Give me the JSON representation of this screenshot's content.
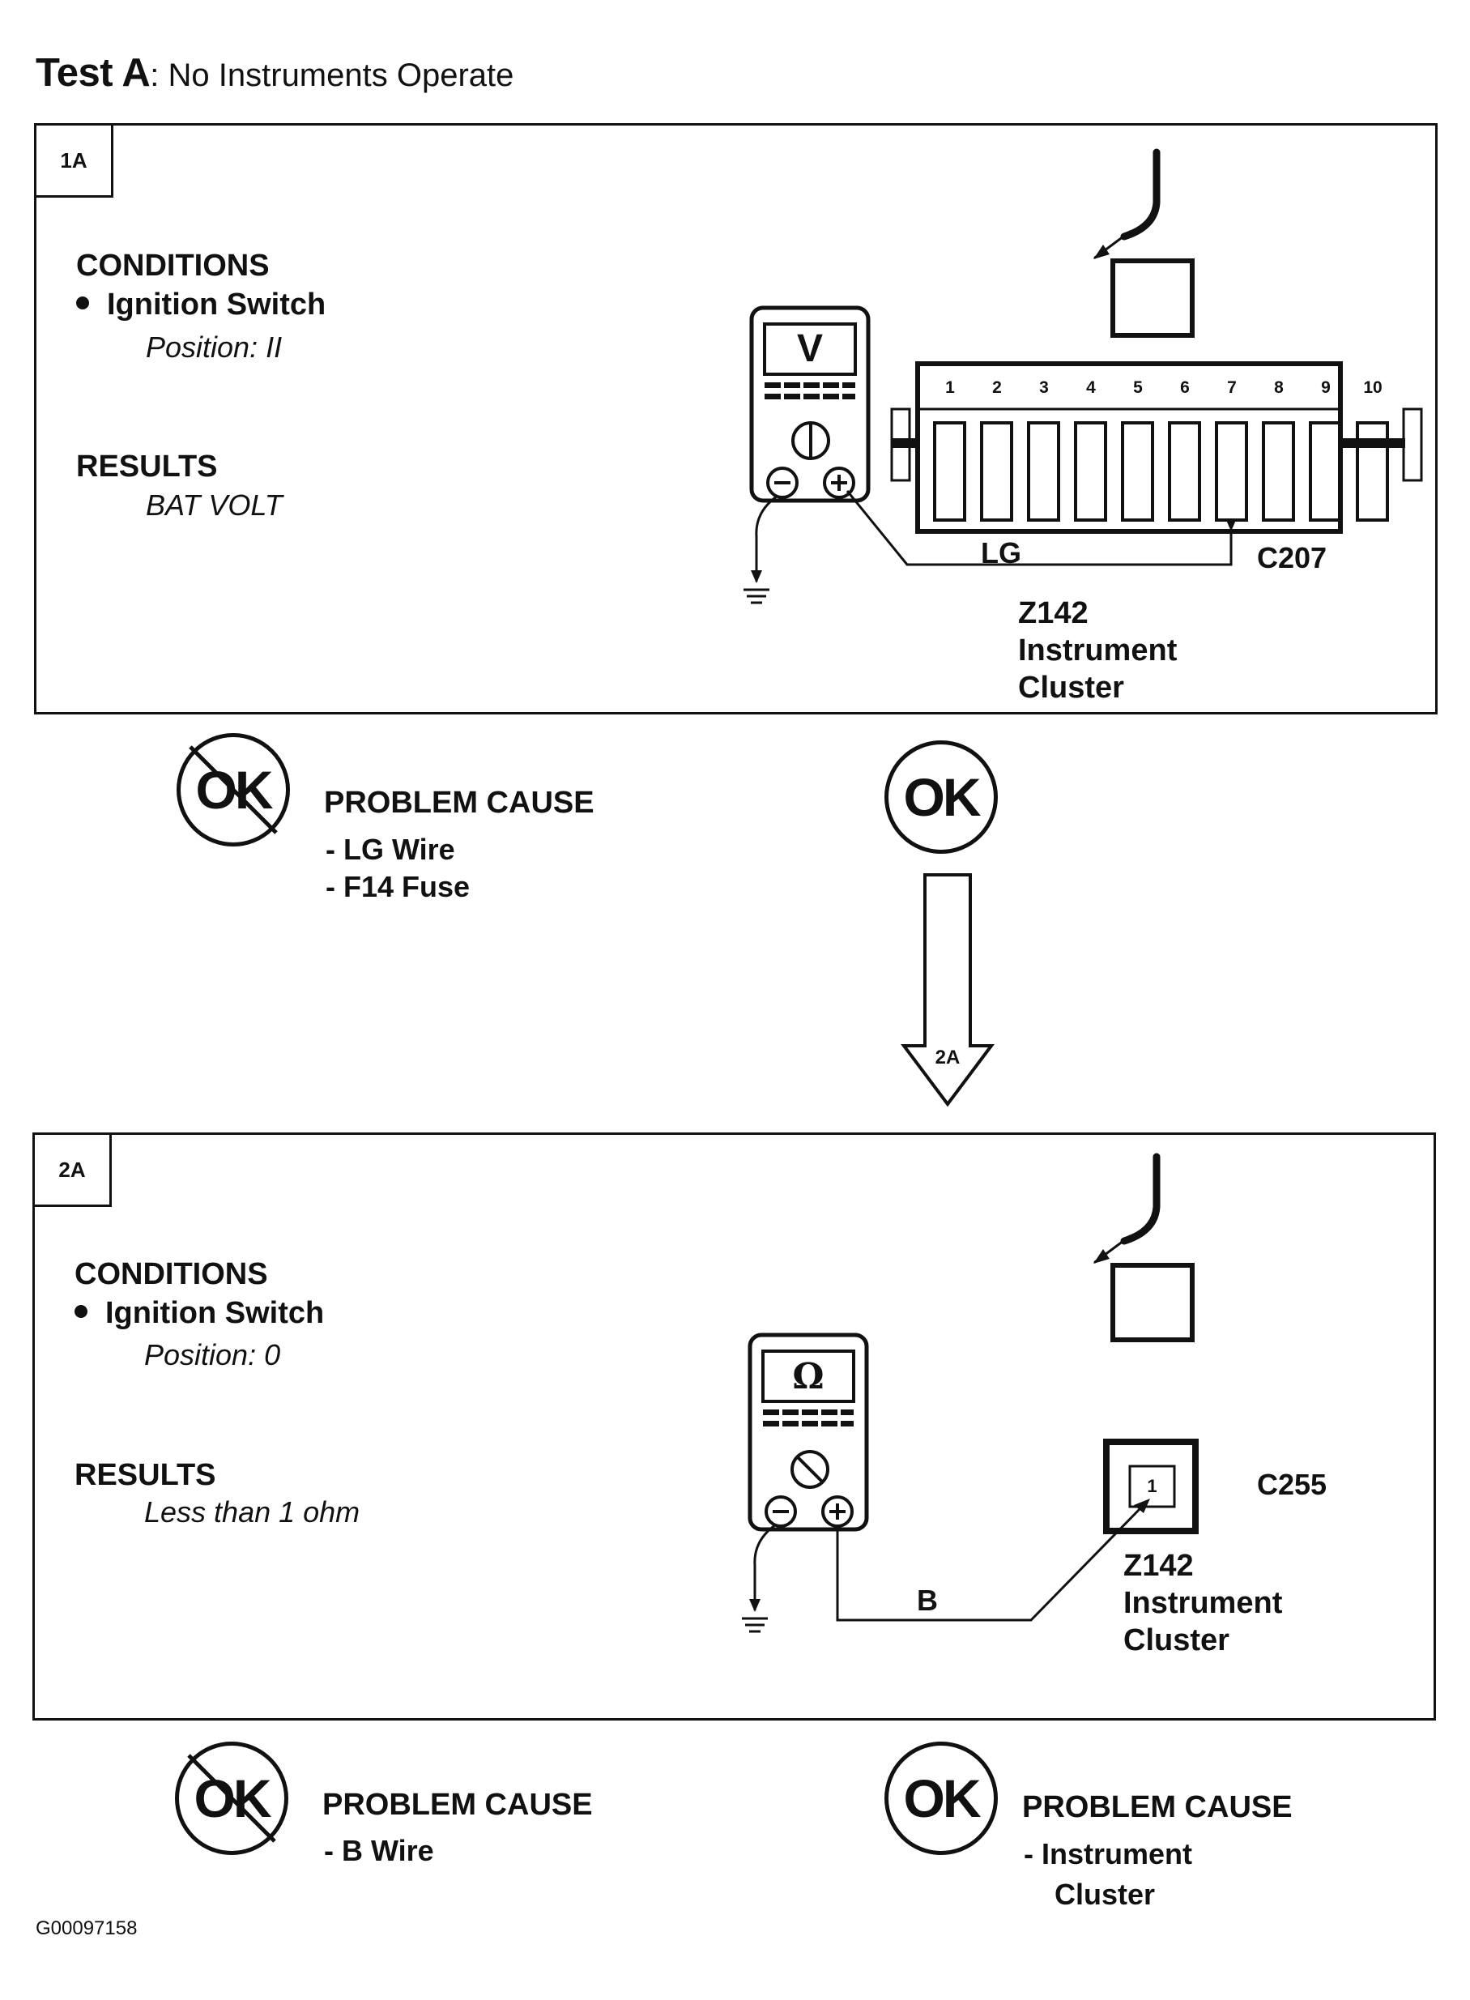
{
  "title": {
    "bold": "Test A",
    "rest": ": No Instruments Operate"
  },
  "steps": [
    {
      "tag": "1A",
      "conditions_heading": "CONDITIONS",
      "condition_item": "Ignition Switch",
      "condition_detail": "Position: II",
      "results_heading": "RESULTS",
      "result_value": "BAT VOLT",
      "meter_symbol": "V",
      "meter_icon": "voltmeter-icon",
      "wire_label": "LG",
      "connector_label": "C207",
      "component_id": "Z142",
      "component_name_1": "Instrument",
      "component_name_2": "Cluster",
      "pins": [
        "1",
        "2",
        "3",
        "4",
        "5",
        "6",
        "7",
        "8",
        "9",
        "10"
      ]
    },
    {
      "tag": "2A",
      "conditions_heading": "CONDITIONS",
      "condition_item": "Ignition Switch",
      "condition_detail": "Position: 0",
      "results_heading": "RESULTS",
      "result_value": "Less than 1 ohm",
      "meter_symbol": "Ω",
      "meter_icon": "ohmmeter-icon",
      "wire_label": "B",
      "connector_label": "C255",
      "component_id": "Z142",
      "component_name_1": "Instrument",
      "component_name_2": "Cluster",
      "pin": "1"
    }
  ],
  "outcomes": {
    "step1_not_ok": {
      "symbol": "OK",
      "heading": "PROBLEM CAUSE",
      "items": [
        "- LG  Wire",
        "- F14  Fuse"
      ]
    },
    "step1_ok": {
      "symbol": "OK",
      "next_step": "2A"
    },
    "step2_not_ok": {
      "symbol": "OK",
      "heading": "PROBLEM CAUSE",
      "items": [
        "- B Wire"
      ]
    },
    "step2_ok": {
      "symbol": "OK",
      "heading": "PROBLEM CAUSE",
      "item_line1": "- Instrument",
      "item_line2": "Cluster"
    }
  },
  "footer_code": "G00097158"
}
